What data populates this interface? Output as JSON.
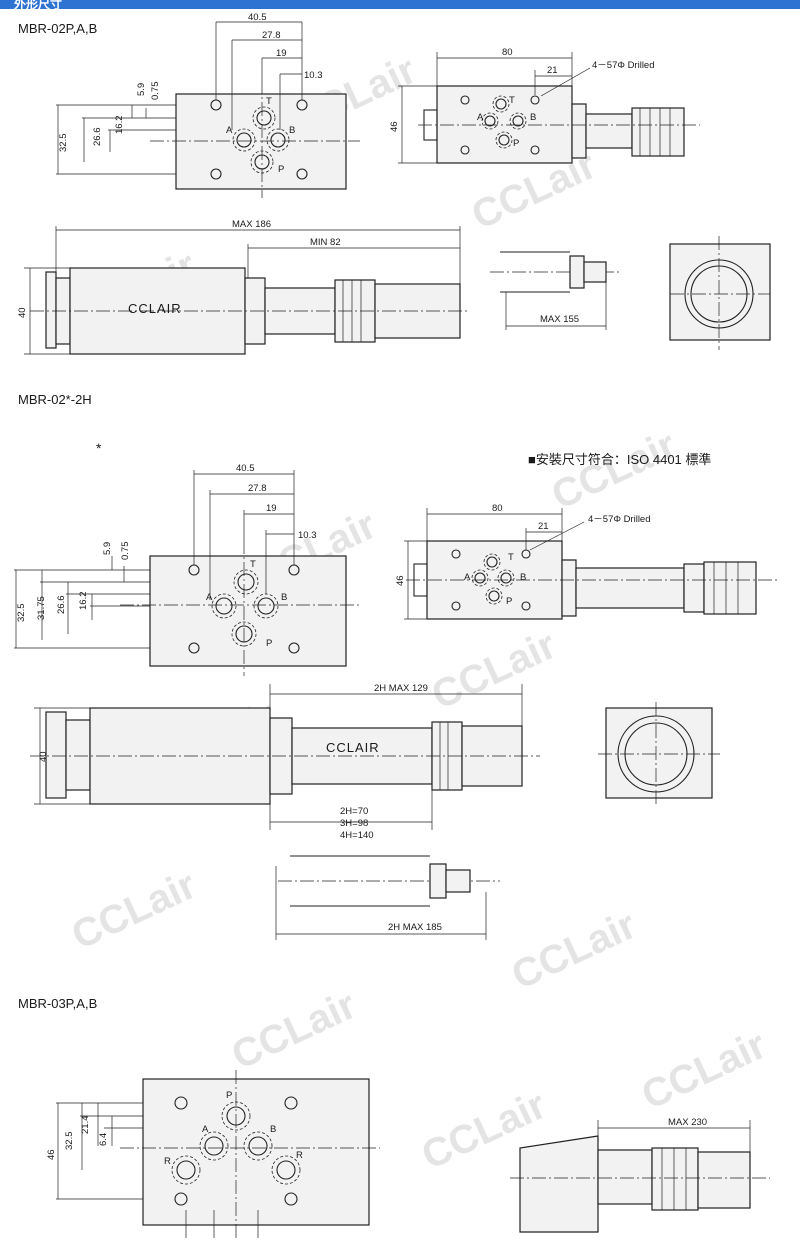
{
  "header": {
    "title": "外形尺寸",
    "bg": "#2f73d2"
  },
  "sections": {
    "s1_title": "MBR-02P,A,B",
    "s2_title": "MBR-02*-2H",
    "s3_title": "MBR-03P,A,B",
    "asterisk": "*",
    "iso_note": "■安裝尺寸符合：ISO 4401 標準"
  },
  "dims": {
    "d40_5": "40.5",
    "d27_8": "27.8",
    "d19": "19",
    "d10_3": "10.3",
    "d5_9": "5.9",
    "d0_75": "0.75",
    "d32_5": "32.5",
    "d31_75": "31.75",
    "d26_6": "26.6",
    "d16_2": "16.2",
    "d80": "80",
    "d21": "21",
    "d46": "46",
    "drilled": "4－57Φ Drilled",
    "max186": "MAX 186",
    "min82": "MIN 82",
    "d40": "40",
    "max155": "MAX 155",
    "h2max129": "2H MAX 129",
    "h2": "2H=70",
    "h3": "3H=98",
    "h4": "4H=140",
    "h2max185": "2H MAX 185",
    "d21_4": "21.4",
    "d6_4": "6.4",
    "max230": "MAX 230"
  },
  "ports": {
    "t": "T",
    "a": "A",
    "b": "B",
    "p": "P",
    "r": "R"
  },
  "brand": "CCLAIR",
  "watermark": "CCLair"
}
